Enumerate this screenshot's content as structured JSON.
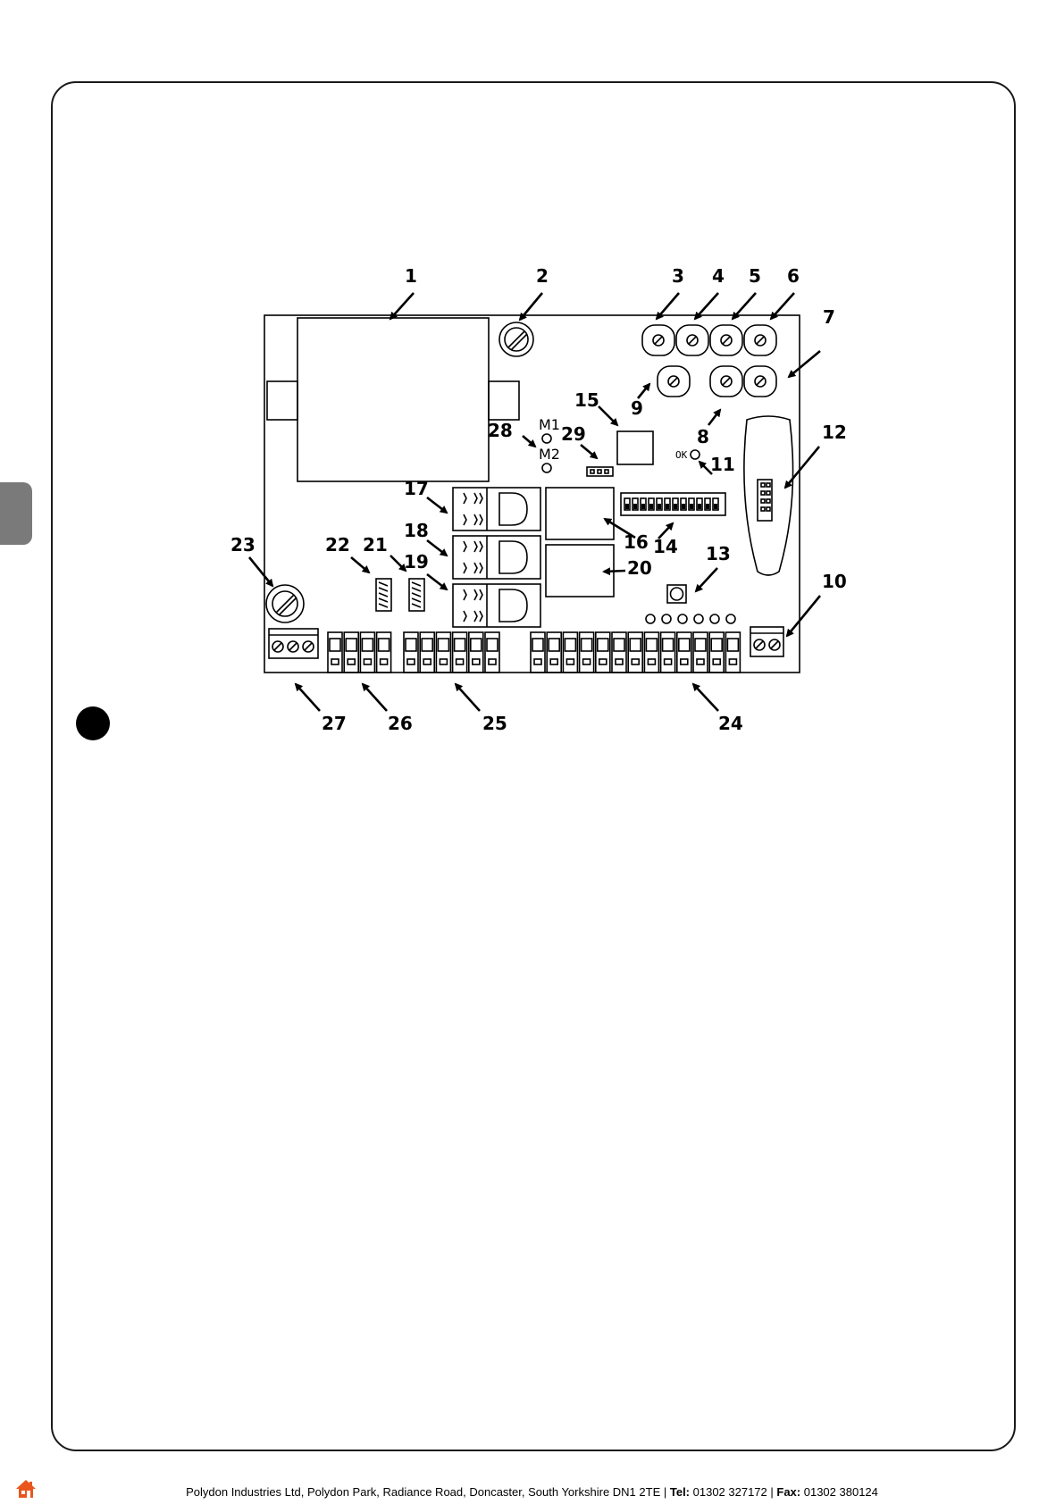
{
  "labels": [
    "1",
    "2",
    "3",
    "4",
    "5",
    "6",
    "7",
    "8",
    "9",
    "10",
    "11",
    "12",
    "13",
    "14",
    "15",
    "16",
    "17",
    "18",
    "19",
    "20",
    "21",
    "22",
    "23",
    "24",
    "25",
    "26",
    "27",
    "28",
    "29"
  ],
  "board_text": {
    "m1": "M1",
    "m2": "M2",
    "ok": "OK"
  },
  "footer": {
    "address": "Polydon Industries Ltd, Polydon Park, Radiance Road, Doncaster, South Yorkshire DN1 2TE",
    "sep": " | ",
    "tel_label": "Tel:",
    "tel": " 01302 327172",
    "fax_label": "Fax:",
    "fax": " 01302 380124"
  },
  "colors": {
    "ink": "#000000",
    "tab": "#7a7a7a",
    "home_icon": "#e8561e"
  },
  "icons": {
    "footer_home": "home-icon"
  }
}
